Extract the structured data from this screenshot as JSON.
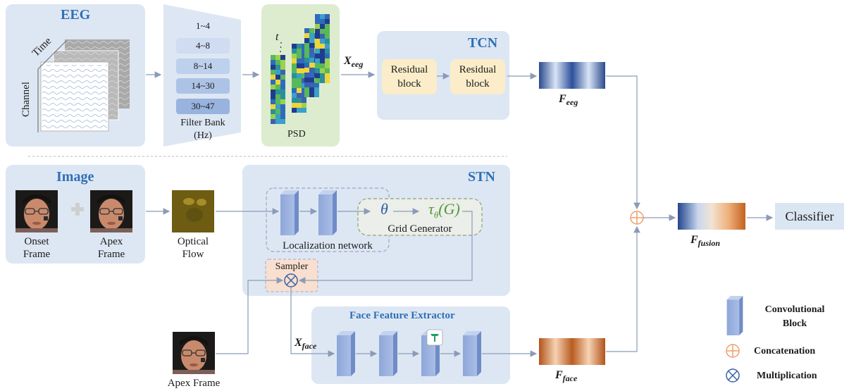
{
  "eeg": {
    "title": "EEG",
    "axis_time": "Time",
    "axis_channel": "Channel"
  },
  "filter_bank": {
    "bands": [
      "1~4",
      "4~8",
      "8~14",
      "14~30",
      "30~47"
    ],
    "label_line1": "Filter Bank",
    "label_line2": "(Hz)"
  },
  "psd": {
    "label": "PSD",
    "t_label": "t"
  },
  "tcn": {
    "title": "TCN",
    "block1": [
      "Residual",
      "block"
    ],
    "block2": [
      "Residual",
      "block"
    ]
  },
  "labels": {
    "x_eeg": {
      "main": "X",
      "sub": "eeg"
    },
    "f_eeg": {
      "main": "F",
      "sub": "eeg"
    },
    "x_face": {
      "main": "X",
      "sub": "face"
    },
    "f_face": {
      "main": "F",
      "sub": "face"
    },
    "f_fusion": {
      "main": "F",
      "sub": "fusion"
    }
  },
  "image": {
    "title": "Image",
    "onset": [
      "Onset",
      "Frame"
    ],
    "apex": [
      "Apex",
      "Frame"
    ],
    "optical_flow": [
      "Optical",
      "Flow"
    ],
    "apex_frame_bottom": "Apex Frame"
  },
  "stn": {
    "title": "STN",
    "theta": "θ",
    "tau": "τ",
    "tau_sub": "θ",
    "tau_arg": "(G)",
    "grid_generator": "Grid Generator",
    "localization": "Localization network",
    "sampler": "Sampler"
  },
  "face_extractor": {
    "title": "Face Feature Extractor"
  },
  "classifier": "Classifier",
  "legend": {
    "conv": [
      "Convolutional",
      "Block"
    ],
    "concat": "Concatenation",
    "mult": "Multiplication"
  }
}
